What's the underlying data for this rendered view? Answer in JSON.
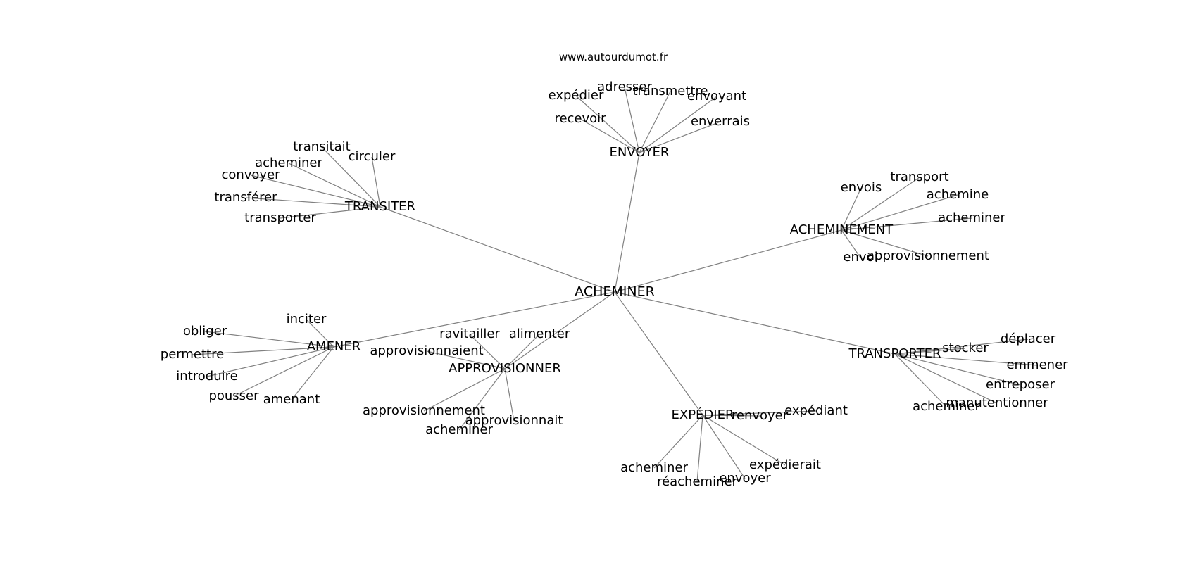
{
  "header": {
    "site": "www.autourdumot.fr"
  },
  "graph": {
    "center": "ACHEMINER",
    "clusters": [
      {
        "hub": "ENVOYER",
        "words": [
          "expédier",
          "adresser",
          "transmettre",
          "envoyant",
          "recevoir",
          "enverrais"
        ]
      },
      {
        "hub": "TRANSITER",
        "words": [
          "transitait",
          "circuler",
          "acheminer",
          "convoyer",
          "transférer",
          "transporter"
        ]
      },
      {
        "hub": "ACHEMINEMENT",
        "words": [
          "envois",
          "transport",
          "achemine",
          "acheminer",
          "envoi",
          "approvisionnement"
        ]
      },
      {
        "hub": "AMENER",
        "words": [
          "inciter",
          "obliger",
          "permettre",
          "introduire",
          "pousser",
          "amenant"
        ]
      },
      {
        "hub": "APPROVISIONNER",
        "words": [
          "ravitailler",
          "alimenter",
          "approvisionnaient",
          "approvisionnement",
          "approvisionnait",
          "acheminer"
        ]
      },
      {
        "hub": "EXPÉDIER",
        "words": [
          "renvoyer",
          "expédiant",
          "acheminer",
          "réacheminer",
          "envoyer",
          "expédierait"
        ]
      },
      {
        "hub": "TRANSPORTER",
        "words": [
          "stocker",
          "déplacer",
          "emmener",
          "entreposer",
          "manutentionner",
          "acheminer"
        ]
      }
    ]
  }
}
